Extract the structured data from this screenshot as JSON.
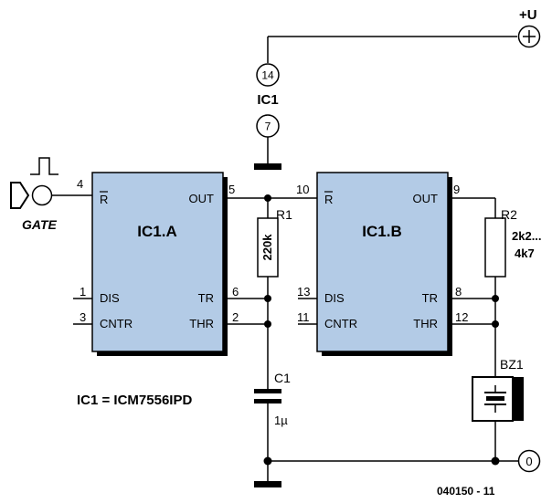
{
  "supply": {
    "label": "+U",
    "symbol": "+"
  },
  "ground": {
    "symbol": "0"
  },
  "ic1": {
    "label": "IC1",
    "vcc_pin": "14",
    "gnd_pin": "7"
  },
  "gate": {
    "label": "GATE"
  },
  "ic1a": {
    "name": "IC1.A",
    "pins": {
      "reset": "R",
      "out": "OUT",
      "dis": "DIS",
      "cntr": "CNTR",
      "tr": "TR",
      "thr": "THR"
    },
    "pin_numbers": {
      "reset": "4",
      "out": "5",
      "dis": "1",
      "cntr": "3",
      "tr": "6",
      "thr": "2"
    }
  },
  "ic1b": {
    "name": "IC1.B",
    "pins": {
      "reset": "R",
      "out": "OUT",
      "dis": "DIS",
      "cntr": "CNTR",
      "tr": "TR",
      "thr": "THR"
    },
    "pin_numbers": {
      "reset": "10",
      "out": "9",
      "dis": "13",
      "cntr": "11",
      "tr": "8",
      "thr": "12"
    }
  },
  "r1": {
    "ref": "R1",
    "value": "220k"
  },
  "r2": {
    "ref": "R2",
    "value_line1": "2k2...",
    "value_line2": "4k7"
  },
  "c1": {
    "ref": "C1",
    "value": "1µ"
  },
  "bz1": {
    "ref": "BZ1"
  },
  "ic_note": "IC1 = ICM7556IPD",
  "figure_code": "040150 - 11",
  "colors": {
    "ic_fill": "#b3cbe6",
    "ink": "#000000",
    "background": "#ffffff"
  }
}
